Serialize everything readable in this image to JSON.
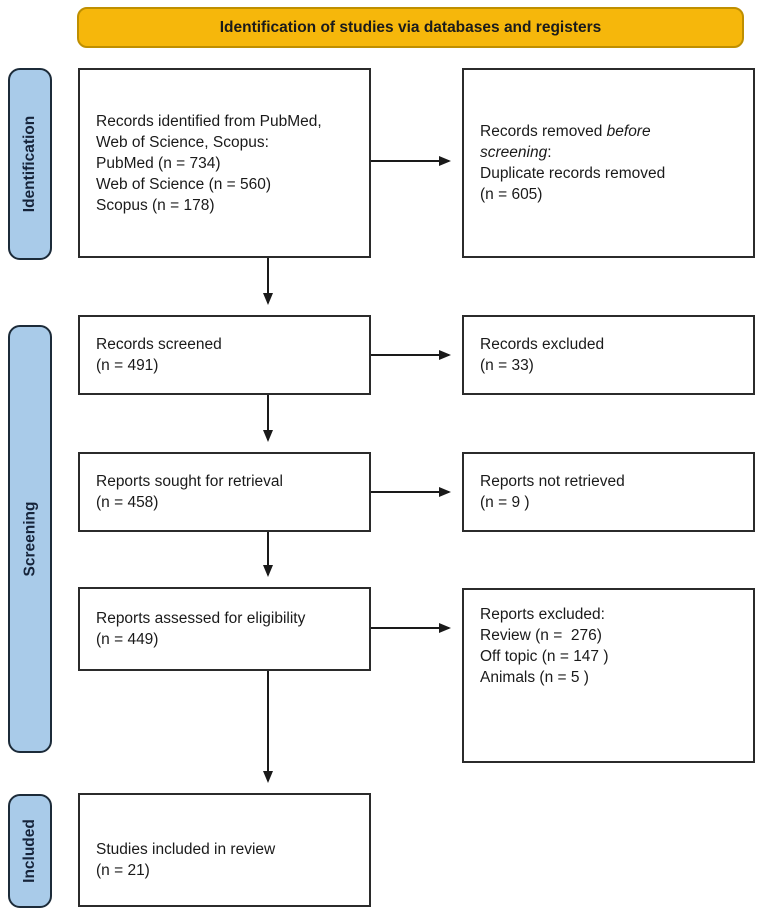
{
  "colors": {
    "banner_fill": "#F6B70B",
    "banner_border": "#BF8F00",
    "stage_fill": "#A9CBE9",
    "stage_border": "#1C2B39",
    "box_border": "#2B2B2B",
    "text": "#1A1A1A",
    "arrow": "#1A1A1A",
    "background": "#FFFFFF"
  },
  "banner": {
    "label": "Identification of studies via databases and registers"
  },
  "stages": {
    "identification": "Identification",
    "screening": "Screening",
    "included": "Included"
  },
  "boxes": {
    "records_identified": {
      "lines": [
        "Records identified from PubMed,",
        "Web of Science, Scopus:",
        "PubMed (n = 734)",
        "Web of Science (n = 560)",
        "Scopus (n = 178)"
      ]
    },
    "records_removed": {
      "lines": [
        [
          {
            "t": "Records removed "
          },
          {
            "t": "before",
            "i": true
          }
        ],
        [
          {
            "t": "screening",
            "i": true
          },
          {
            "t": ":"
          }
        ],
        "Duplicate records removed",
        "(n = 605)"
      ]
    },
    "records_screened": {
      "lines": [
        "Records screened",
        "(n = 491)"
      ]
    },
    "records_excluded": {
      "lines": [
        "Records excluded",
        "(n = 33)"
      ]
    },
    "reports_sought": {
      "lines": [
        "Reports sought for retrieval",
        "(n = 458)"
      ]
    },
    "reports_not_retrieved": {
      "lines": [
        "Reports not retrieved",
        "(n = 9 )"
      ]
    },
    "reports_assessed": {
      "lines": [
        "Reports assessed for eligibility",
        "(n = 449)"
      ]
    },
    "reports_excluded": {
      "lines": [
        "Reports excluded:",
        "Review (n =  276)",
        "Off topic (n = 147 )",
        "Animals (n = 5 )"
      ]
    },
    "studies_included": {
      "lines": [
        "Studies included in review",
        "(n = 21)"
      ]
    }
  }
}
